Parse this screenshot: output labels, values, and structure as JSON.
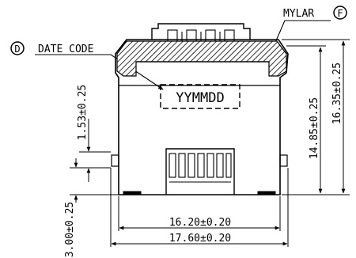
{
  "callouts": {
    "date_code": {
      "symbol": "D",
      "text": "DATE CODE"
    },
    "mylar": {
      "symbol": "F",
      "text": "MYLAR"
    }
  },
  "marking": {
    "text": "YYMMDD"
  },
  "dimensions": {
    "height_15": "1.53±0.25",
    "height_300": "3.00±0.25",
    "height_1485": "14.85±0.25",
    "height_1635": "16.35±0.25",
    "width_1620": "16.20±0.20",
    "width_1760": "17.60±0.20"
  }
}
